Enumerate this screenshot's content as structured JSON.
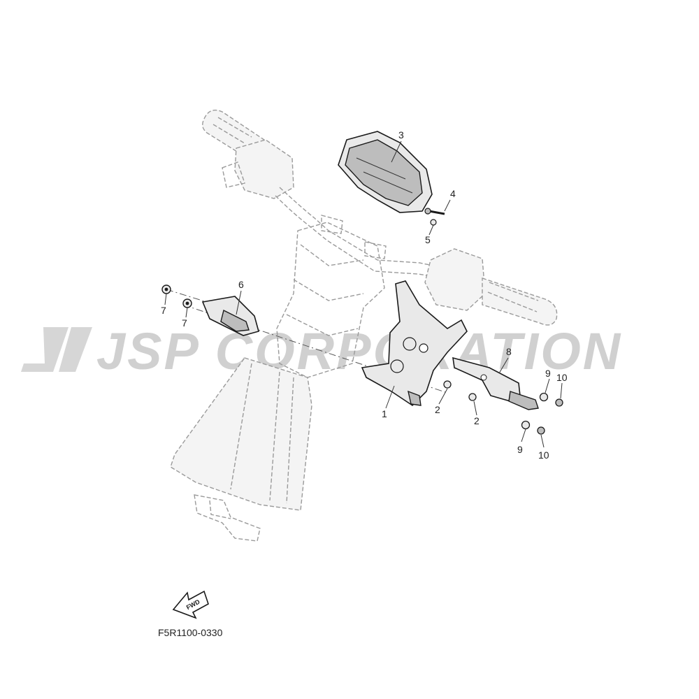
{
  "watermark": {
    "text": "JSP CORPORATION"
  },
  "diagram_code": "F5R1100-0330",
  "fwd_label": "FWD",
  "callouts": [
    {
      "id": "1",
      "label": "1"
    },
    {
      "id": "2a",
      "label": "2"
    },
    {
      "id": "2b",
      "label": "2"
    },
    {
      "id": "3",
      "label": "3"
    },
    {
      "id": "4",
      "label": "4"
    },
    {
      "id": "5",
      "label": "5"
    },
    {
      "id": "6",
      "label": "6"
    },
    {
      "id": "7a",
      "label": "7"
    },
    {
      "id": "7b",
      "label": "7"
    },
    {
      "id": "8",
      "label": "8"
    },
    {
      "id": "9a",
      "label": "9"
    },
    {
      "id": "9b",
      "label": "9"
    },
    {
      "id": "10a",
      "label": "10"
    },
    {
      "id": "10b",
      "label": "10"
    }
  ]
}
